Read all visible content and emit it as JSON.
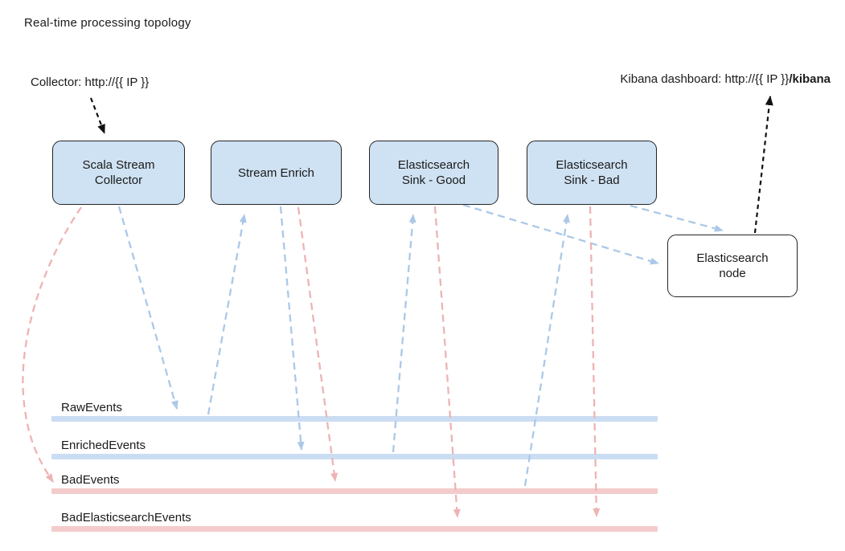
{
  "title": "Real-time processing topology",
  "labels": {
    "collector": "Collector: http://{{ IP }}",
    "kibana_prefix": "Kibana dashboard: http://{{ IP }}",
    "kibana_bold": "/kibana"
  },
  "nodes": [
    {
      "id": "scala-stream-collector",
      "label": "Scala Stream Collector"
    },
    {
      "id": "stream-enrich",
      "label": "Stream Enrich"
    },
    {
      "id": "elasticsearch-sink-good",
      "label": "Elasticsearch Sink - Good"
    },
    {
      "id": "elasticsearch-sink-bad",
      "label": "Elasticsearch Sink - Bad"
    },
    {
      "id": "elasticsearch-node",
      "label": "Elasticsearch node"
    }
  ],
  "streams": [
    {
      "label": "RawEvents",
      "color": "#cbddf2"
    },
    {
      "label": "EnrichedEvents",
      "color": "#cbddf2"
    },
    {
      "label": "BadEvents",
      "color": "#f4cbcb"
    },
    {
      "label": "BadElasticsearchEvents",
      "color": "#f4cbcb"
    }
  ],
  "edges": [
    {
      "from": "collector-label",
      "to": "scala-stream-collector",
      "color": "black"
    },
    {
      "from": "elasticsearch-node",
      "to": "kibana-label",
      "color": "black"
    },
    {
      "from": "scala-stream-collector",
      "to": "RawEvents",
      "color": "blue"
    },
    {
      "from": "RawEvents",
      "to": "stream-enrich",
      "color": "blue"
    },
    {
      "from": "stream-enrich",
      "to": "EnrichedEvents",
      "color": "blue"
    },
    {
      "from": "EnrichedEvents",
      "to": "elasticsearch-sink-good",
      "color": "blue"
    },
    {
      "from": "BadEvents",
      "to": "elasticsearch-sink-bad",
      "color": "blue"
    },
    {
      "from": "elasticsearch-sink-good",
      "to": "elasticsearch-node",
      "color": "blue"
    },
    {
      "from": "elasticsearch-sink-bad",
      "to": "elasticsearch-node",
      "color": "blue"
    },
    {
      "from": "scala-stream-collector",
      "to": "BadEvents",
      "color": "red"
    },
    {
      "from": "stream-enrich",
      "to": "BadEvents",
      "color": "red"
    },
    {
      "from": "elasticsearch-sink-good",
      "to": "BadElasticsearchEvents",
      "color": "red"
    },
    {
      "from": "elasticsearch-sink-bad",
      "to": "BadElasticsearchEvents",
      "color": "red"
    }
  ],
  "colors": {
    "flow_blue": "#abc8e8",
    "flow_red": "#eeb3b3",
    "flow_black": "#111111",
    "box_fill": "#cfe2f3",
    "box_border": "#242424",
    "text": "#1a1a1a"
  }
}
